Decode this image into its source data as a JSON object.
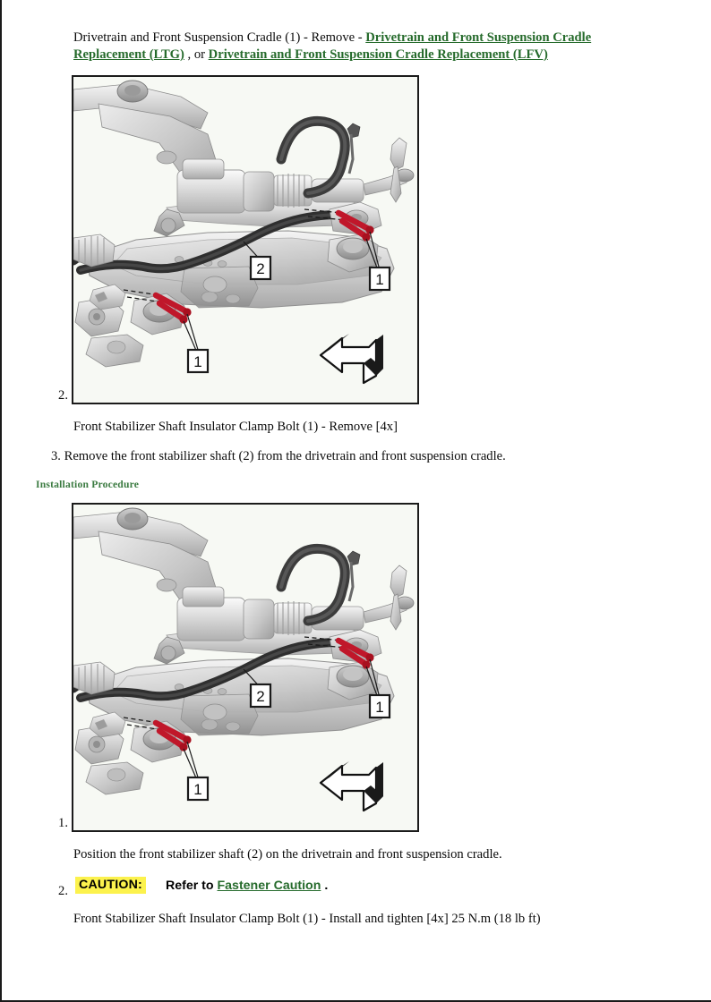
{
  "document": {
    "type": "service-manual-page",
    "colors": {
      "link_green": "#266b2c",
      "heading_green": "#3a7a40",
      "caution_highlight": "#fcf24d",
      "callout_red": "#c0172a",
      "figure_background": "#f7f9f4",
      "figure_border": "#1b1b1b",
      "text": "#0b0b0b"
    }
  },
  "removal": {
    "lead_paragraph": {
      "prefix": "Drivetrain and Front Suspension Cradle (1) - Remove - ",
      "link_1": "Drivetrain and Front Suspension Cradle Replacement (LTG)",
      "middle": " , or ",
      "link_2": "Drivetrain and Front Suspension Cradle Replacement (LFV)"
    },
    "step_2_marker": "2.",
    "step_2_caption": "Front Stabilizer Shaft Insulator Clamp Bolt (1) - Remove [4x]",
    "step_3": "3. Remove the front stabilizer shaft (2) from the drivetrain and front suspension cradle."
  },
  "installation": {
    "heading": "Installation Procedure",
    "step_1_marker": "1.",
    "step_1_caption": "Position the front stabilizer shaft (2) on the drivetrain and front suspension cradle.",
    "step_2_marker": "2.",
    "caution_label": "CAUTION:",
    "caution_prefix": "Refer to ",
    "caution_link": "Fastener Caution",
    "caution_suffix": " .",
    "step_2_caption": "Front Stabilizer Shaft Insulator Clamp Bolt (1) - Install and tighten [4x] 25 N.m (18 lb ft)"
  },
  "figures": [
    {
      "id": "figure-removal",
      "alt": "Front stabilizer shaft and drivetrain front suspension cradle assembly",
      "callouts": [
        {
          "label": "1",
          "meaning": "Front Stabilizer Shaft Insulator Clamp Bolt",
          "position": "right"
        },
        {
          "label": "2",
          "meaning": "Front Stabilizer Shaft",
          "position": "center"
        },
        {
          "label": "1",
          "meaning": "Front Stabilizer Shaft Insulator Clamp Bolt",
          "position": "left"
        }
      ],
      "direction_arrow": "vehicle-forward-arrow"
    },
    {
      "id": "figure-installation",
      "alt": "Front stabilizer shaft positioned on drivetrain and front suspension cradle",
      "callouts": [
        {
          "label": "1",
          "meaning": "Front Stabilizer Shaft Insulator Clamp Bolt",
          "position": "right"
        },
        {
          "label": "2",
          "meaning": "Front Stabilizer Shaft",
          "position": "center"
        },
        {
          "label": "1",
          "meaning": "Front Stabilizer Shaft Insulator Clamp Bolt",
          "position": "left"
        }
      ],
      "direction_arrow": "vehicle-forward-arrow"
    }
  ]
}
